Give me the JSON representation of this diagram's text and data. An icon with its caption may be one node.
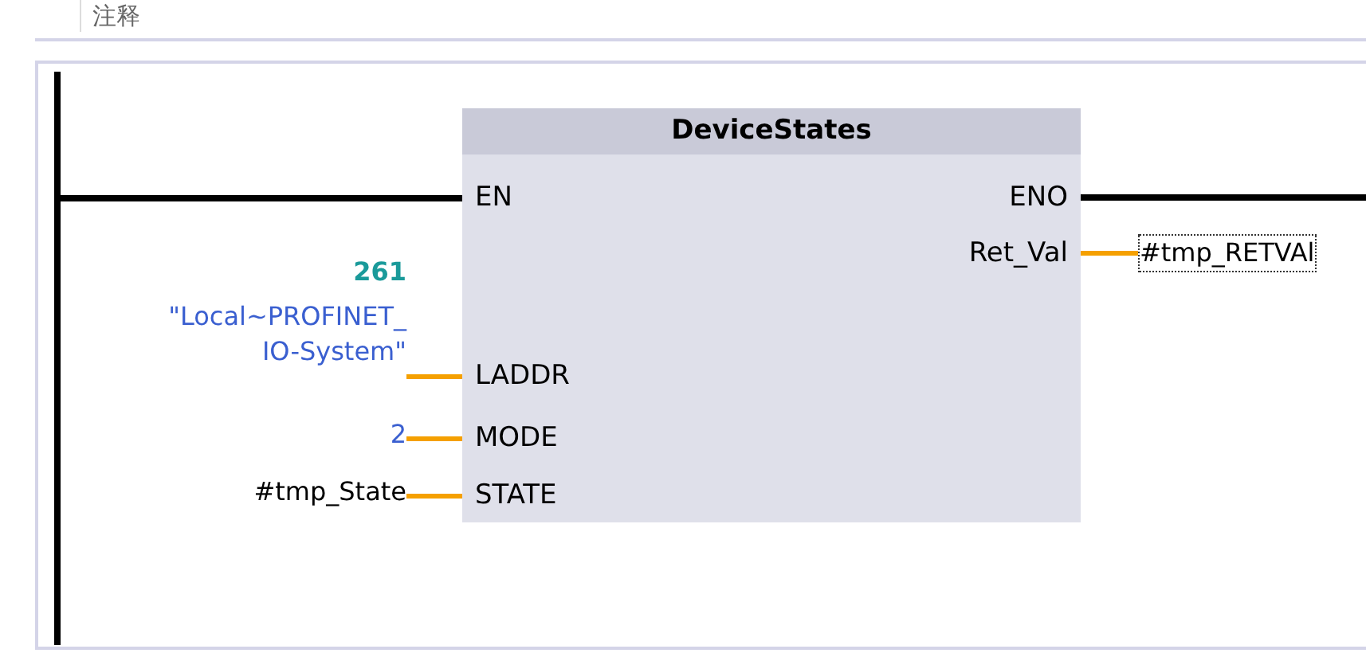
{
  "diagram": {
    "nodes": [
      {
        "text": [
          "DeviceStates"
        ]
      },
      {
        "text": [
          "EN"
        ],
        "in": 0
      },
      {
        "text": [
          "ENO"
        ],
        "in": 0
      },
      {
        "text": [
          "Ret_Val"
        ],
        "in": 0
      },
      {
        "text": [
          "LADDR"
        ],
        "in": 0
      },
      {
        "text": [
          "MODE"
        ],
        "in": 0
      },
      {
        "text": [
          "STATE"
        ],
        "in": 0
      },
      {
        "text": [
          "#tmp_RETVAl"
        ]
      },
      {
        "text": [
          "261",
          "\"Local~PROFINET_ IO-System\""
        ]
      },
      {
        "text": [
          "2"
        ]
      },
      {
        "text": [
          "#tmp_State"
        ]
      },
      {
        "text": [],
        "shape": "bar"
      }
    ],
    "edges": [
      {
        "from": 11,
        "to": 1,
        "arrow": "none",
        "color": "#000000"
      },
      {
        "from": 2,
        "to": null,
        "arrow": "none",
        "color": "#000000"
      },
      {
        "from": 3,
        "to": 7,
        "arrow": "none"
      },
      {
        "from": 8,
        "to": 4,
        "arrow": "none"
      },
      {
        "from": 9,
        "to": 5,
        "arrow": "none"
      },
      {
        "from": 10,
        "to": 6,
        "arrow": "none"
      }
    ],
    "labels": [
      "注释"
    ]
  }
}
